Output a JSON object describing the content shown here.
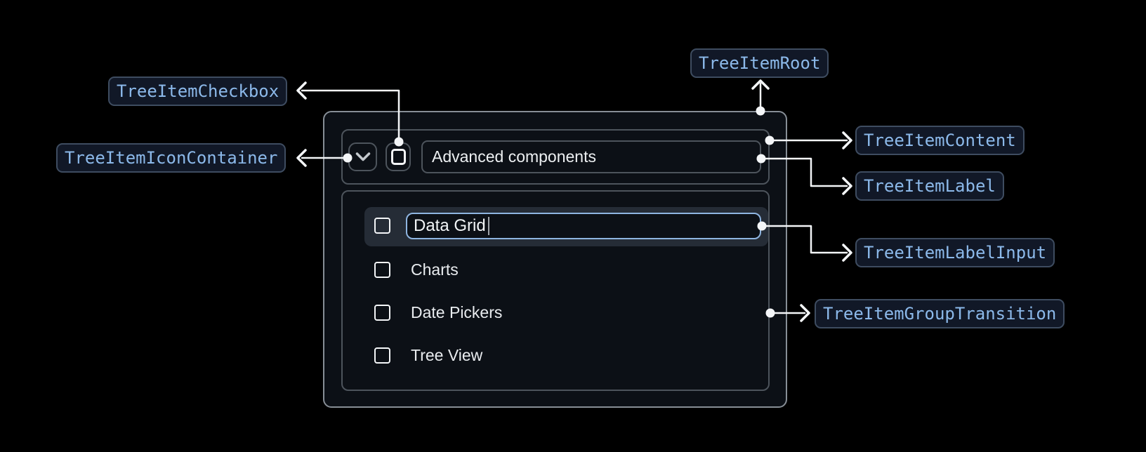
{
  "badges": {
    "root": "TreeItemRoot",
    "checkbox": "TreeItemCheckbox",
    "icon_container": "TreeItemIconContainer",
    "content": "TreeItemContent",
    "label": "TreeItemLabel",
    "label_input": "TreeItemLabelInput",
    "group_transition": "TreeItemGroupTransition"
  },
  "tree": {
    "parent_label": "Advanced components",
    "editing_item": {
      "input_value": "Data Grid"
    },
    "children": [
      "Charts",
      "Date Pickers",
      "Tree View"
    ]
  },
  "icons": {
    "expand": "chevron-down-icon",
    "checkbox": "checkbox-unchecked-icon"
  },
  "colors": {
    "page_bg": "#000000",
    "surface_bg": "#0c1016",
    "root_border": "#878e96",
    "inner_border": "#4d545c",
    "highlight_bg": "#252c36",
    "input_focus_border": "#8fb5e1",
    "badge_bg": "#111827",
    "badge_border": "#3e4c60",
    "badge_text": "#8cb9ea",
    "arrow": "#f4f6f8",
    "text_primary": "#edf0f2"
  }
}
